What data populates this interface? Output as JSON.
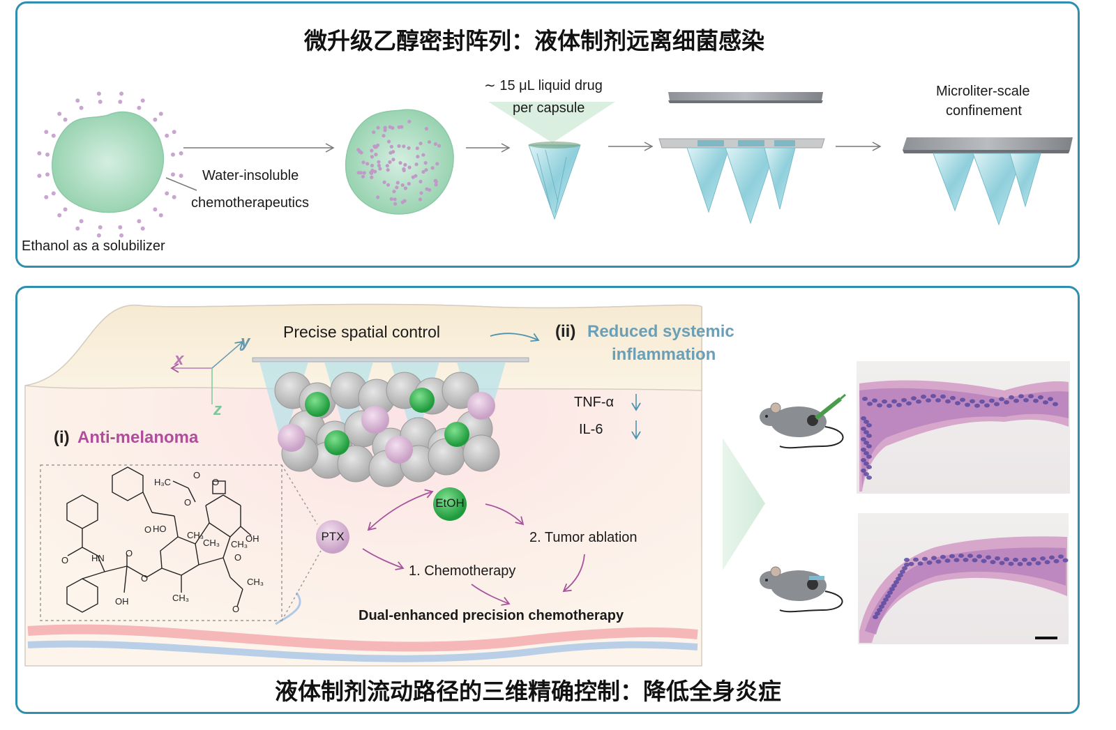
{
  "top": {
    "title": "微升级乙醇密封阵列：液体制剂远离细菌感染",
    "solubilizer_label": "Ethanol as a solubilizer",
    "drug_label_1": "Water-insoluble",
    "drug_label_2": "chemotherapeutics",
    "capsule_label_1": "∼ 15 μL liquid drug",
    "capsule_label_2": "per capsule",
    "confinement_label_1": "Microliter-scale",
    "confinement_label_2": "confinement"
  },
  "bottom": {
    "spatial_control": "Precise spatial control",
    "ii_prefix": "(ii)",
    "ii_label_1": "Reduced systemic",
    "ii_label_2": "inflammation",
    "axis_x": "x",
    "axis_y": "y",
    "axis_z": "z",
    "tnf": "TNF-α",
    "il6": "IL-6",
    "i_prefix": "(i)",
    "i_label": "Anti-melanoma",
    "etoh": "EtOH",
    "ptx": "PTX",
    "tumor_ablation": "2. Tumor ablation",
    "chemotherapy": "1. Chemotherapy",
    "dual": "Dual-enhanced precision chemotherapy",
    "title": "液体制剂流动路径的三维精确控制：降低全身炎症",
    "molecule": {
      "h3c": "H₃C",
      "ch3_a": "CH₃",
      "ch3_b": "CH₃",
      "ch3_c": "CH₃",
      "ch3_d": "CH₃",
      "ch3_e": "CH₃",
      "ho": "HO",
      "oh_a": "OH",
      "oh_b": "OH",
      "hn": "HN",
      "o_labels": [
        "O",
        "O",
        "O",
        "O",
        "O",
        "O",
        "O",
        "O",
        "O"
      ]
    }
  },
  "colors": {
    "border": "#2f8fae",
    "gel": "#a9dcbf",
    "ethanol_dot": "#c9a6cf",
    "purple_text": "#b04d9a",
    "teal_text": "#6a9fb6",
    "green_sphere": "#2fb54f",
    "pink_sphere": "#d9b8d8"
  }
}
